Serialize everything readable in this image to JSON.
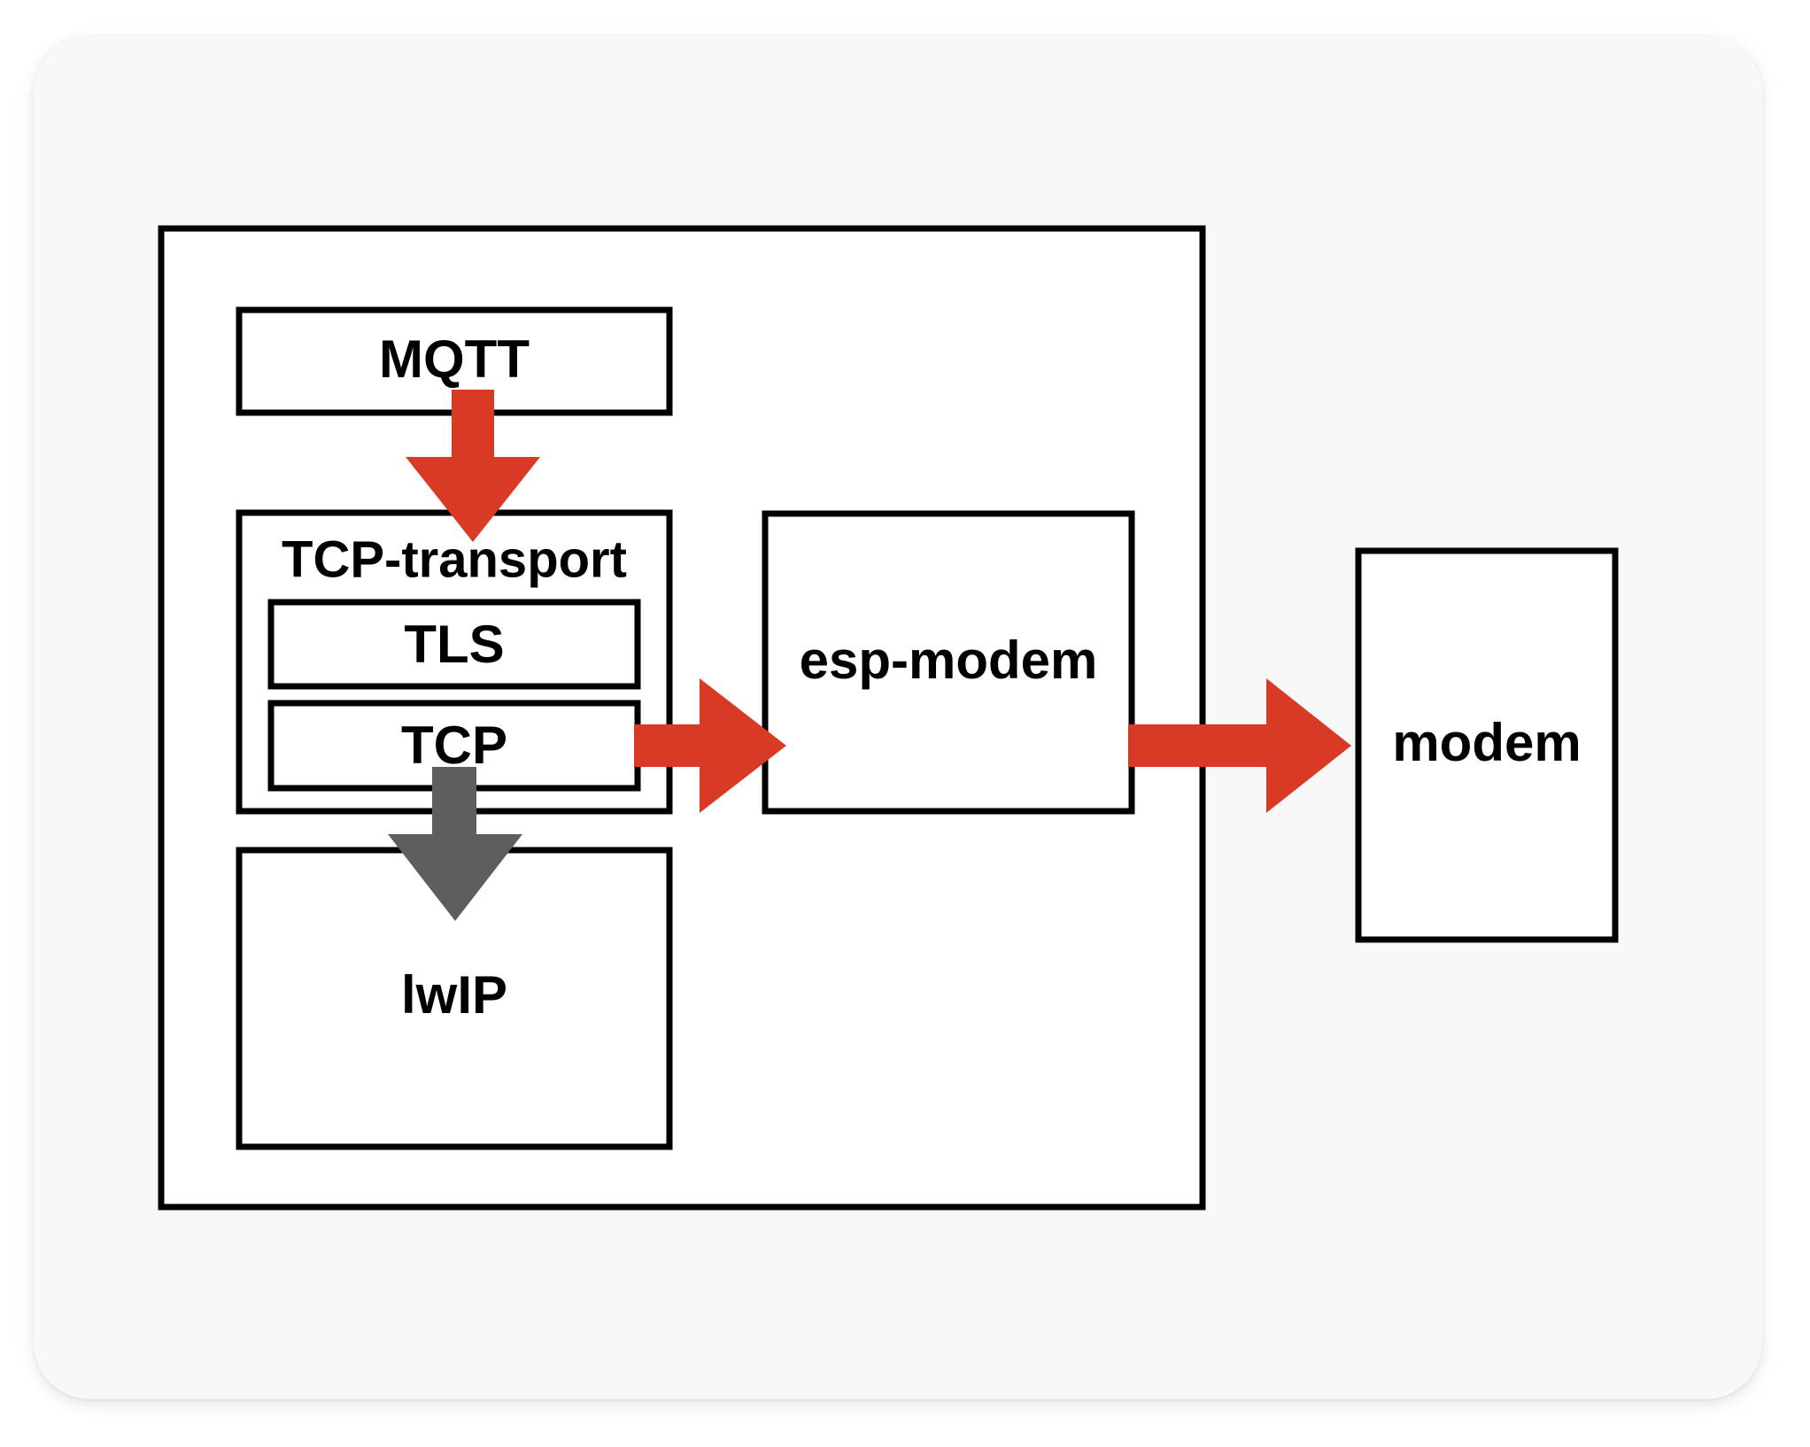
{
  "diagram": {
    "nodes": {
      "mqtt": "MQTT",
      "tcp_transport": "TCP-transport",
      "tls": "TLS",
      "tcp": "TCP",
      "lwip": "lwIP",
      "esp_modem": "esp-modem",
      "modem": "modem"
    },
    "edges": [
      {
        "from": "MQTT",
        "to": "TCP-transport",
        "color": "#d93a26"
      },
      {
        "from": "TCP",
        "to": "lwIP",
        "color": "#5e5e5e"
      },
      {
        "from": "TCP",
        "to": "esp-modem",
        "color": "#d93a26"
      },
      {
        "from": "esp-modem",
        "to": "modem",
        "color": "#d93a26"
      }
    ],
    "colors": {
      "active_arrow": "#d93a26",
      "inactive_arrow": "#5e5e5e",
      "box_stroke": "#000000"
    }
  }
}
